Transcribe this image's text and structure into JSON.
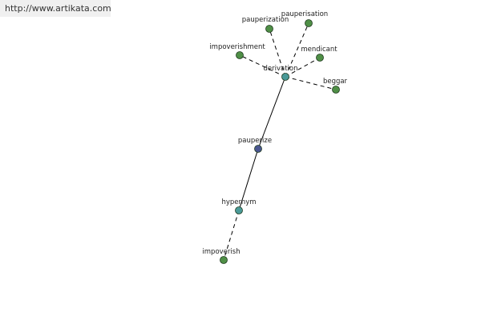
{
  "site_url": "http://www.artikata.com",
  "colors": {
    "leaf": "#4f8f46",
    "relation": "#4a9a98",
    "center": "#4a5690",
    "stroke": "#1e3a1e",
    "edge": "#000000"
  },
  "graph": {
    "nodes": [
      {
        "id": "pauperize",
        "label": "pauperize",
        "kind": "center"
      },
      {
        "id": "derivation",
        "label": "derivation",
        "kind": "relation"
      },
      {
        "id": "hypernym",
        "label": "hypernym",
        "kind": "relation"
      },
      {
        "id": "pauperization",
        "label": "pauperization",
        "kind": "leaf"
      },
      {
        "id": "pauperisation",
        "label": "pauperisation",
        "kind": "leaf"
      },
      {
        "id": "impoverishment",
        "label": "impoverishment",
        "kind": "leaf"
      },
      {
        "id": "mendicant",
        "label": "mendicant",
        "kind": "leaf"
      },
      {
        "id": "beggar",
        "label": "beggar",
        "kind": "leaf"
      },
      {
        "id": "impoverish",
        "label": "impoverish",
        "kind": "leaf"
      }
    ],
    "edges": [
      {
        "from": "pauperize",
        "to": "derivation",
        "style": "solid"
      },
      {
        "from": "pauperize",
        "to": "hypernym",
        "style": "solid"
      },
      {
        "from": "derivation",
        "to": "pauperization",
        "style": "dashed"
      },
      {
        "from": "derivation",
        "to": "pauperisation",
        "style": "dashed"
      },
      {
        "from": "derivation",
        "to": "impoverishment",
        "style": "dashed"
      },
      {
        "from": "derivation",
        "to": "mendicant",
        "style": "dashed"
      },
      {
        "from": "derivation",
        "to": "beggar",
        "style": "dashed"
      },
      {
        "from": "hypernym",
        "to": "impoverish",
        "style": "dashed"
      }
    ]
  }
}
